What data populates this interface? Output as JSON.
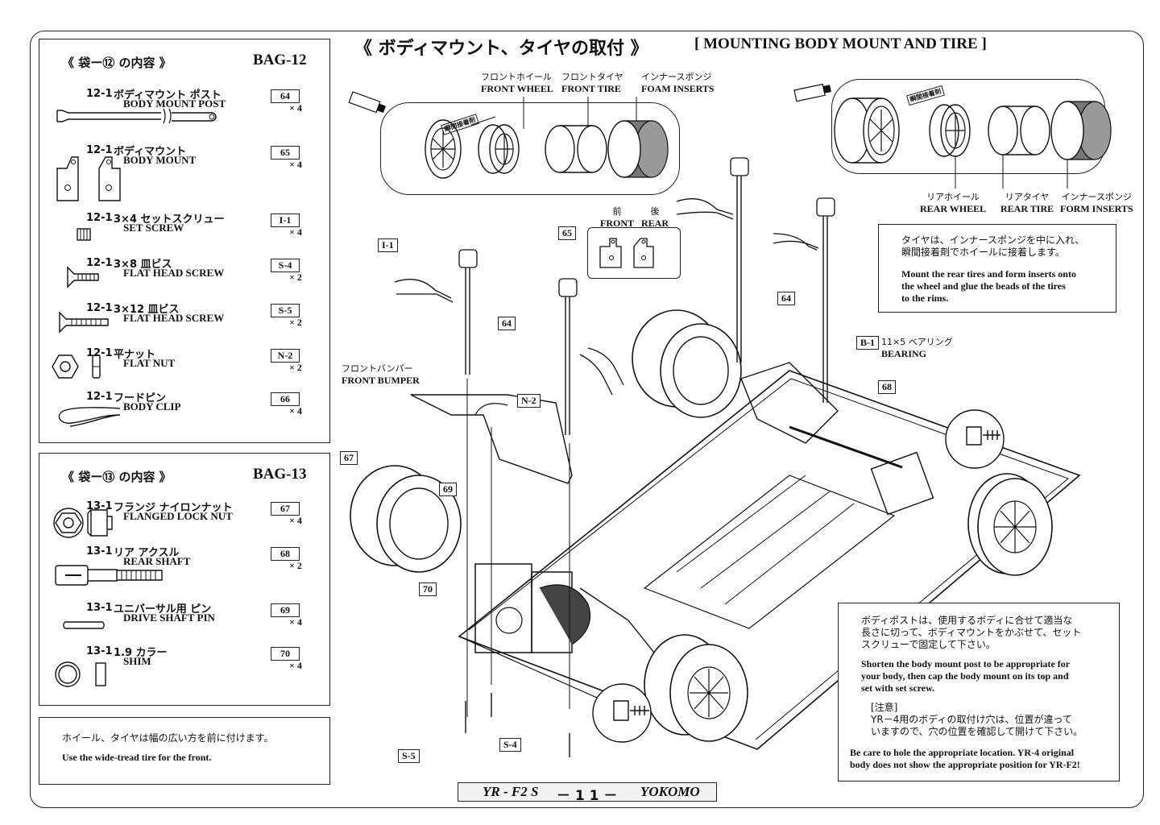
{
  "title": {
    "jp": "《 ボディマウント、タイヤの取付 》",
    "en": "[ MOUNTING BODY MOUNT AND TIRE ]"
  },
  "bag12": {
    "jp": "《 袋ー⑫ の内容 》",
    "code": "BAG-12",
    "items": [
      {
        "num": "12-1",
        "jp": "ボディマウント ポスト",
        "en": "BODY MOUNT POST",
        "code": "64",
        "qty": "× 4",
        "icon": "post-icon"
      },
      {
        "num": "12-1",
        "jp": "ボディマウント",
        "en": "BODY MOUNT",
        "code": "65",
        "qty": "× 4",
        "icon": "body-mount-icon"
      },
      {
        "num": "12-1",
        "jp": "3×4 セットスクリュー",
        "en": "SET SCREW",
        "code": "I-1",
        "qty": "× 4",
        "icon": "set-screw-icon"
      },
      {
        "num": "12-1",
        "jp": "3×8 皿ビス",
        "en": "FLAT HEAD SCREW",
        "code": "S-4",
        "qty": "× 2",
        "icon": "flat-head-screw-icon"
      },
      {
        "num": "12-1",
        "jp": "3×12 皿ビス",
        "en": "FLAT HEAD SCREW",
        "code": "S-5",
        "qty": "× 2",
        "icon": "flat-head-screw-long-icon"
      },
      {
        "num": "12-1",
        "jp": "平ナット",
        "en": "FLAT NUT",
        "code": "N-2",
        "qty": "× 2",
        "icon": "flat-nut-icon"
      },
      {
        "num": "12-1",
        "jp": "フードピン",
        "en": "BODY CLIP",
        "code": "66",
        "qty": "× 4",
        "icon": "body-clip-icon"
      }
    ]
  },
  "bag13": {
    "jp": "《 袋ー⑬ の内容 》",
    "code": "BAG-13",
    "items": [
      {
        "num": "13-1",
        "jp": "フランジ ナイロンナット",
        "en": "FLANGED LOCK NUT",
        "code": "67",
        "qty": "× 4",
        "icon": "lock-nut-icon"
      },
      {
        "num": "13-1",
        "jp": "リア アクスル",
        "en": "REAR SHAFT",
        "code": "68",
        "qty": "× 2",
        "icon": "rear-shaft-icon"
      },
      {
        "num": "13-1",
        "jp": "ユニバーサル用 ピン",
        "en": "DRIVE SHAFT PIN",
        "code": "69",
        "qty": "× 4",
        "icon": "pin-icon"
      },
      {
        "num": "13-1",
        "jp": "1.9 カラー",
        "en": "SHIM",
        "code": "70",
        "qty": "× 4",
        "icon": "shim-icon"
      }
    ]
  },
  "wide_note": {
    "jp": "ホイール、タイヤは幅の広い方を前に付けます。",
    "en": "Use the wide-tread tire for the front."
  },
  "front_labels": {
    "wheel": {
      "jp": "フロントホイール",
      "en": "FRONT WHEEL"
    },
    "tire": {
      "jp": "フロントタイヤ",
      "en": "FRONT TIRE"
    },
    "foam": {
      "jp": "インナースポンジ",
      "en": "FOAM INSERTS"
    },
    "glue": "瞬間接着剤"
  },
  "rear_labels": {
    "wheel": {
      "jp": "リアホイール",
      "en": "REAR WHEEL"
    },
    "tire": {
      "jp": "リアタイヤ",
      "en": "REAR TIRE"
    },
    "foam": {
      "jp": "インナースポンジ",
      "en": "FORM INSERTS"
    },
    "glue": "瞬間接着剤"
  },
  "mount_orientation": {
    "front_jp": "前",
    "front_en": "FRONT",
    "rear_jp": "後",
    "rear_en": "REAR"
  },
  "tire_note": {
    "jp1": "タイヤは、インナースポンジを中に入れ、",
    "jp2": "瞬間接着剤でホイールに接着します。",
    "en1": "Mount the rear tires and form inserts onto",
    "en2": "the wheel and glue the beads of the tires",
    "en3": "to the rims."
  },
  "bumper": {
    "jp": "フロントバンパー",
    "en": "FRONT BUMPER"
  },
  "bearing": {
    "code": "B-1",
    "jp": "11×5 ベアリング",
    "en": "BEARING"
  },
  "callouts": {
    "i1": "I-1",
    "c65": "65",
    "c64a": "64",
    "c64b": "64",
    "n2": "N-2",
    "c68": "68",
    "c67": "67",
    "c69": "69",
    "c70": "70",
    "s4": "S-4",
    "s5": "S-5"
  },
  "post_note": {
    "jp1": "ボディポストは、使用するボディに合せて適当な",
    "jp2": "長さに切って、ボディマウントをかぶせて、セット",
    "jp3": "スクリューで固定して下さい。",
    "en1": "Shorten the body mount post to be appropriate for",
    "en2": "your body, then cap the body mount on its top and",
    "en3": "set with set screw.",
    "caution": "[注意]",
    "cjp1": "YR－4用のボディの取付け穴は、位置が違って",
    "cjp2": "いますので、穴の位置を確認して開けて下さい。",
    "cen1": "Be care to hole the appropriate location.  YR-4 original",
    "cen2": "body does not show the appropriate position for YR-F2!"
  },
  "footer": {
    "model": "YR - F2 S",
    "page": "－ 1 1 －",
    "brand": "YOKOMO"
  }
}
